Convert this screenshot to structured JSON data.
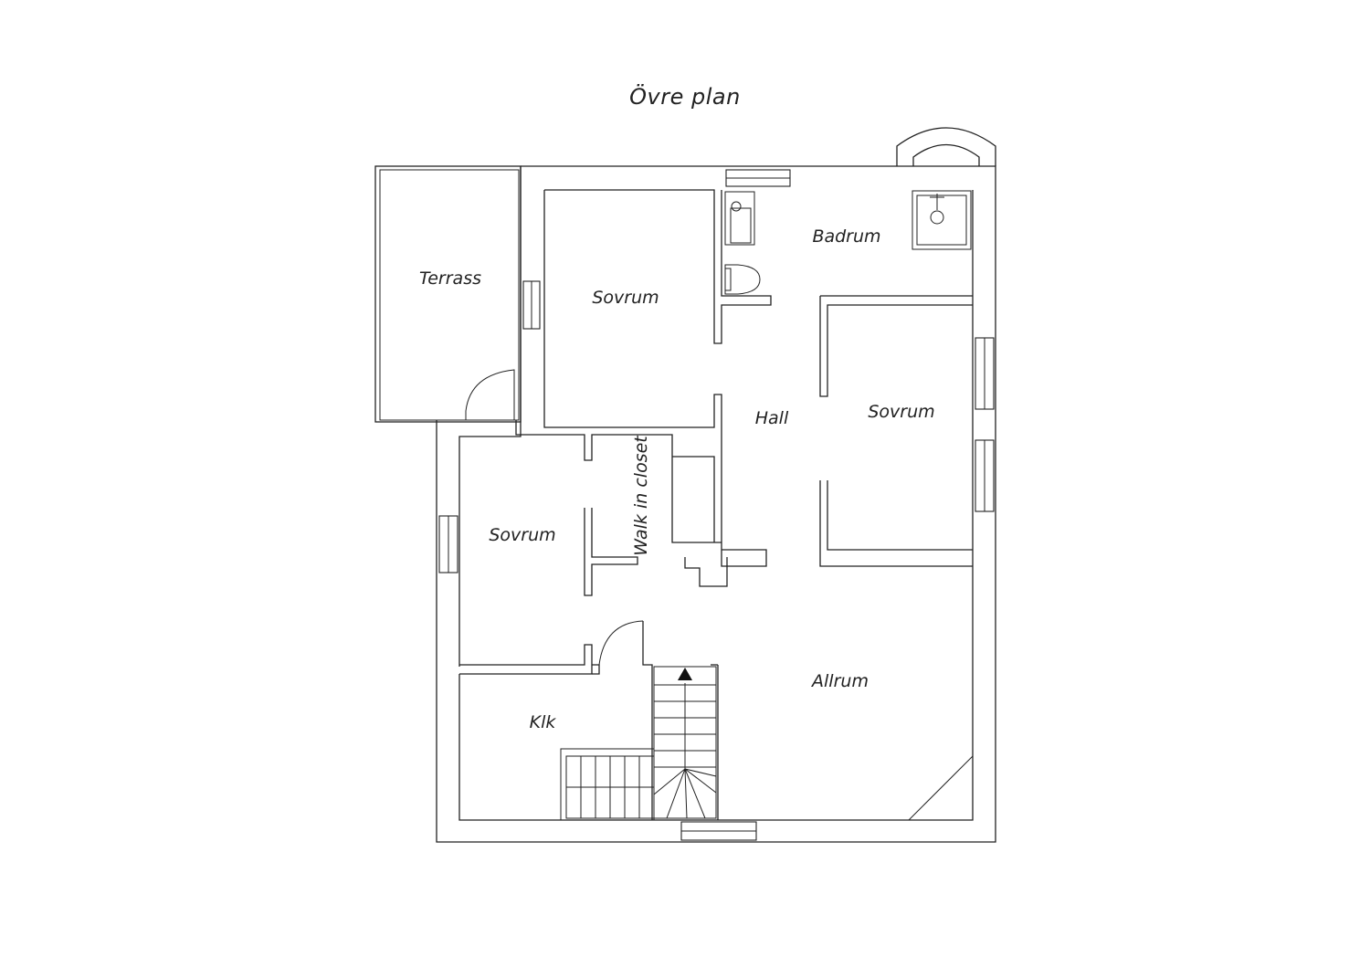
{
  "plan": {
    "title": "Övre plan",
    "rooms": {
      "terrace": "Terrass",
      "bedroom_top": "Sovrum",
      "bathroom": "Badrum",
      "bedroom_right": "Sovrum",
      "hall": "Hall",
      "walk_in_closet": "Walk in closet",
      "bedroom_left": "Sovrum",
      "closet_klk": "Klk",
      "family_room": "Allrum"
    }
  }
}
